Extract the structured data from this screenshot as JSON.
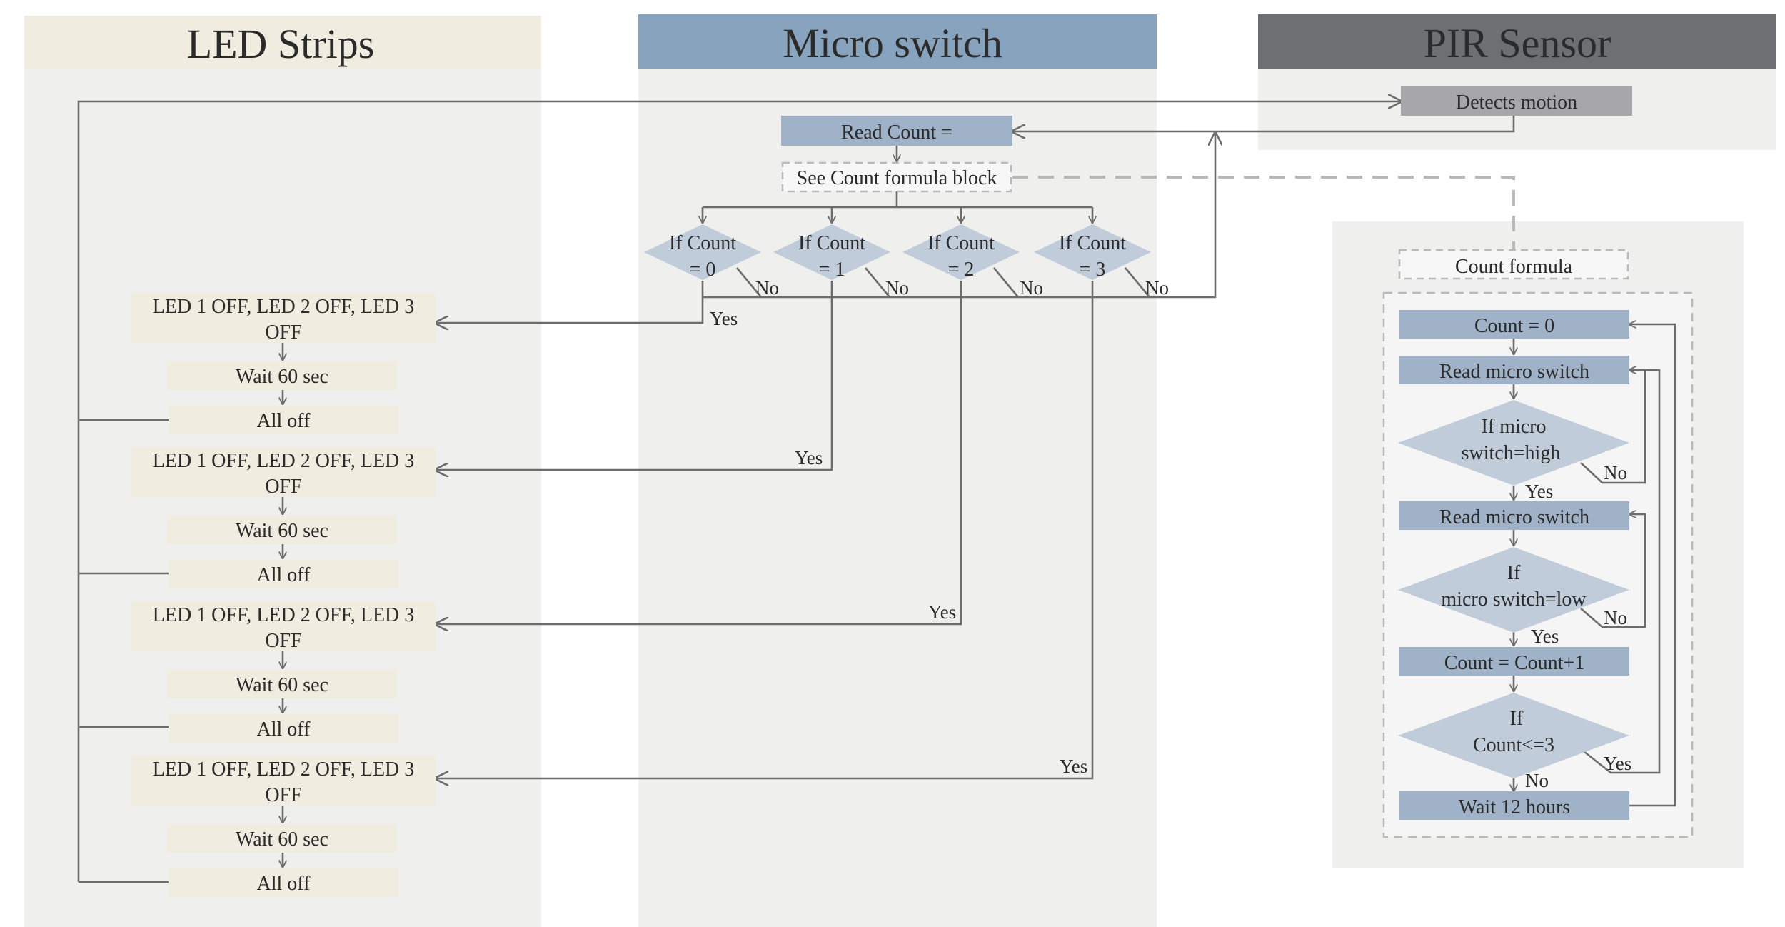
{
  "lanes": {
    "led": {
      "title": "LED Strips",
      "header_color": "#f1ece0",
      "body_color": "#efefee"
    },
    "micro": {
      "title": "Micro switch",
      "header_color": "#87a3bd",
      "body_color": "#efefee"
    },
    "pir": {
      "title": "PIR Sensor",
      "header_color": "#6e6f72",
      "body_color": "#efefee"
    }
  },
  "micro_switch": {
    "read_count": "Read Count =",
    "see_formula": "See Count formula block",
    "decisions": [
      {
        "line1": "If Count",
        "line2": "= 0"
      },
      {
        "line1": "If Count",
        "line2": "= 1"
      },
      {
        "line1": "If Count",
        "line2": "= 2"
      },
      {
        "line1": "If Count",
        "line2": "= 3"
      }
    ]
  },
  "pir": {
    "detects_motion": "Detects motion"
  },
  "led_groups": [
    {
      "state": "LED 1 OFF,  LED 2 OFF,  LED 3",
      "state_cont": "OFF",
      "wait": "Wait 60 sec",
      "all_off": "All off"
    },
    {
      "state": "LED 1 OFF,  LED 2 OFF,  LED 3",
      "state_cont": "OFF",
      "wait": "Wait 60 sec",
      "all_off": "All off"
    },
    {
      "state": "LED 1 OFF,  LED 2 OFF,  LED 3",
      "state_cont": "OFF",
      "wait": "Wait 60 sec",
      "all_off": "All off"
    },
    {
      "state": "LED 1 OFF,  LED 2 OFF,  LED 3",
      "state_cont": "OFF",
      "wait": "Wait 60 sec",
      "all_off": "All off"
    }
  ],
  "count_formula": {
    "title": "Count formula",
    "count_init": "Count = 0",
    "read_switch_1": "Read micro switch",
    "if_high": {
      "line1": "If micro",
      "line2": "switch=high"
    },
    "read_switch_2": "Read micro switch",
    "if_low": {
      "line1": "If",
      "line2": "micro switch=low"
    },
    "increment": "Count = Count+1",
    "if_le3": {
      "line1": "If",
      "line2": "Count<=3"
    },
    "wait": "Wait 12 hours"
  },
  "edge_labels": {
    "yes": "Yes",
    "no": "No"
  },
  "colors": {
    "blue_box": "#9fb2c8",
    "decision": "#c0ccd9",
    "led_box": "#f1ece0",
    "grey_box": "#a7a6a8",
    "line": "#6c6c6c"
  }
}
